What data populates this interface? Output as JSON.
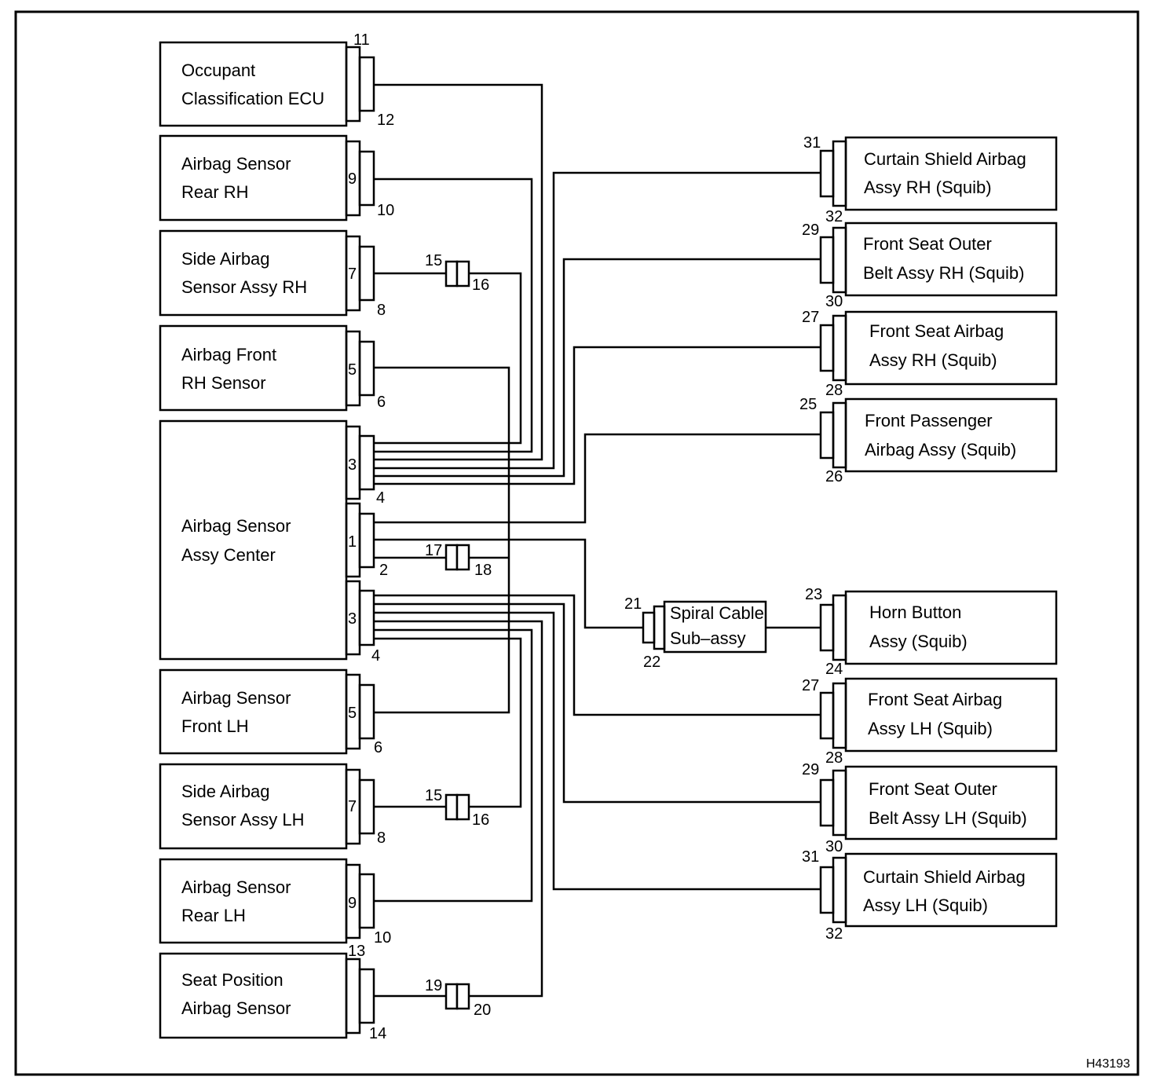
{
  "drawing_code": "H43193",
  "left_components": {
    "occupant_ecu": {
      "line1": "Occupant",
      "line2": "Classification ECU",
      "pin_top": "11",
      "pin_bottom": "12"
    },
    "sensor_rear_rh": {
      "line1": "Airbag Sensor",
      "line2": "Rear RH",
      "pin_a": "9",
      "pin_b": "10"
    },
    "side_sensor_rh": {
      "line1": "Side Airbag",
      "line2": "Sensor Assy RH",
      "pin_a": "7",
      "pin_b": "8"
    },
    "front_rh_sensor": {
      "line1": "Airbag Front",
      "line2": "RH Sensor",
      "pin_a": "5",
      "pin_b": "6"
    },
    "center": {
      "line1": "Airbag Sensor",
      "line2": "Assy Center",
      "c1_a": "3",
      "c1_b": "4",
      "c2_a": "1",
      "c2_b": "2",
      "c3_a": "3",
      "c3_b": "4"
    },
    "sensor_front_lh": {
      "line1": "Airbag Sensor",
      "line2": "Front LH",
      "pin_a": "5",
      "pin_b": "6"
    },
    "side_sensor_lh": {
      "line1": "Side Airbag",
      "line2": "Sensor Assy LH",
      "pin_a": "7",
      "pin_b": "8"
    },
    "sensor_rear_lh": {
      "line1": "Airbag Sensor",
      "line2": "Rear LH",
      "pin_a": "9",
      "pin_b": "10"
    },
    "seat_position": {
      "line1": "Seat Position",
      "line2": "Airbag Sensor",
      "pin_top": "13",
      "pin_bottom": "14"
    }
  },
  "junctions": {
    "j_15_16_rh": {
      "a": "15",
      "b": "16"
    },
    "j_17_18": {
      "a": "17",
      "b": "18"
    },
    "j_15_16_lh": {
      "a": "15",
      "b": "16"
    },
    "j_19_20": {
      "a": "19",
      "b": "20"
    }
  },
  "spiral_cable": {
    "line1": "Spiral Cable",
    "line2": "Sub–assy",
    "pin_top": "21",
    "pin_bottom": "22"
  },
  "right_components": {
    "curtain_rh": {
      "line1": "Curtain Shield Airbag",
      "line2": "Assy RH (Squib)",
      "pin_top": "31",
      "pin_bottom": "32"
    },
    "belt_rh": {
      "line1": "Front Seat Outer",
      "line2": "Belt Assy RH (Squib)",
      "pin_top": "29",
      "pin_bottom": "30"
    },
    "seat_airbag_rh": {
      "line1": "Front Seat Airbag",
      "line2": "Assy RH (Squib)",
      "pin_top": "27",
      "pin_bottom": "28"
    },
    "passenger_airbag": {
      "line1": "Front Passenger",
      "line2": "Airbag Assy (Squib)",
      "pin_top": "25",
      "pin_bottom": "26"
    },
    "horn_button": {
      "line1": "Horn Button",
      "line2": "Assy (Squib)",
      "pin_top": "23",
      "pin_bottom": "24"
    },
    "seat_airbag_lh": {
      "line1": "Front Seat Airbag",
      "line2": "Assy LH (Squib)",
      "pin_top": "27",
      "pin_bottom": "28"
    },
    "belt_lh": {
      "line1": "Front Seat Outer",
      "line2": "Belt Assy LH (Squib)",
      "pin_top": "29",
      "pin_bottom": "30"
    },
    "curtain_lh": {
      "line1": "Curtain Shield Airbag",
      "line2": "Assy LH (Squib)",
      "pin_top": "31",
      "pin_bottom": "32"
    }
  }
}
